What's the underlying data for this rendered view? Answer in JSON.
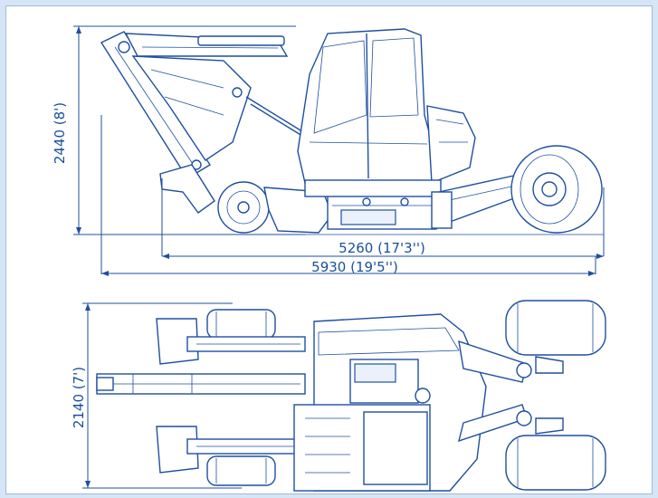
{
  "dimensions": {
    "side_height": "2440 (8')",
    "inner_length": "5260 (17'3'')",
    "total_length": "5930 (19'5'')",
    "top_width": "2140 (7')"
  },
  "colors": {
    "line": "#1f4fa0",
    "text": "#1a4f9c",
    "border": "#d6e6f6"
  }
}
